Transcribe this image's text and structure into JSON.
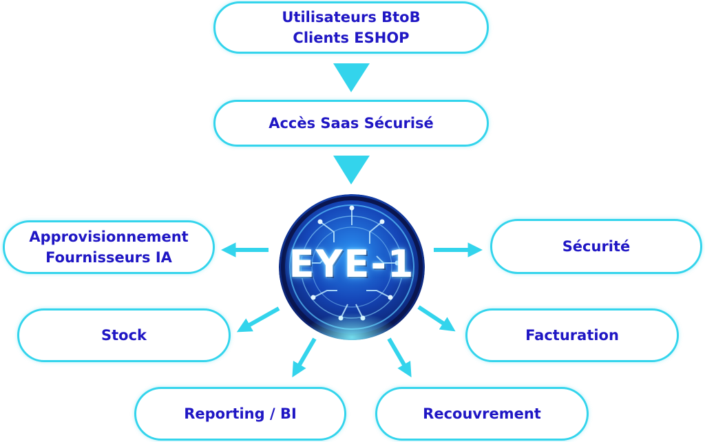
{
  "colors": {
    "accent": "#33d4ec",
    "text": "#1f16c4",
    "hub_dark": "#0b1f6a",
    "hub_light": "#1e74d8"
  },
  "top": {
    "line1": "Utilisateurs BtoB",
    "line2": "Clients ESHOP"
  },
  "access": {
    "label": "Accès Saas Sécurisé"
  },
  "hub": {
    "label": "EYE-1"
  },
  "modules": {
    "approvisionnement": {
      "line1": "Approvisionnement",
      "line2": "Fournisseurs IA"
    },
    "securite": {
      "label": "Sécurité"
    },
    "stock": {
      "label": "Stock"
    },
    "facturation": {
      "label": "Facturation"
    },
    "reporting": {
      "label": "Reporting / BI"
    },
    "recouvrement": {
      "label": "Recouvrement"
    }
  }
}
